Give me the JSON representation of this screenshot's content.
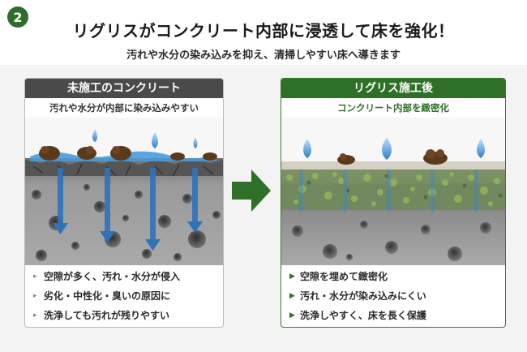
{
  "step_number": "2",
  "title": "リグリスがコンクリート内部に浸透して床を強化！",
  "subtitle": "汚れや水分の染み込みを抑え、清掃しやすい床へ導きます",
  "left_panel": {
    "heading": "未施工のコンクリート",
    "caption": "汚れや水分が内部に染み込みやすい",
    "bullets": [
      "空隙が多く、汚れ・水分が侵入",
      "劣化・中性化・臭いの原因に",
      "洗浄しても汚れが残りやすい"
    ]
  },
  "right_panel": {
    "heading": "リグリス施工後",
    "caption": "コンクリート内部を緻密化",
    "bullets": [
      "空隙を埋めて緻密化",
      "汚れ・水分が染み込みにくい",
      "洗浄しやすく、床を長く保護"
    ]
  },
  "icons": {
    "step_badge": "circle-number-icon",
    "center_arrow": "right-arrow-icon",
    "water_drop": "water-drop-icon",
    "dirt_clump": "dirt-clump-icon",
    "penetration_arrow": "down-arrow-icon",
    "bullet_left": "small-triangle-bullet-icon",
    "bullet_right": "triangle-bullet-icon"
  },
  "colors": {
    "brand_green": "#2e7027",
    "dark_header": "#4a4a4a",
    "water_blue": "#3f86c8",
    "concrete_gray": "#8d8d8d",
    "dirt_brown": "#5b3a1c",
    "sealer_green": "#5f8f3a"
  }
}
